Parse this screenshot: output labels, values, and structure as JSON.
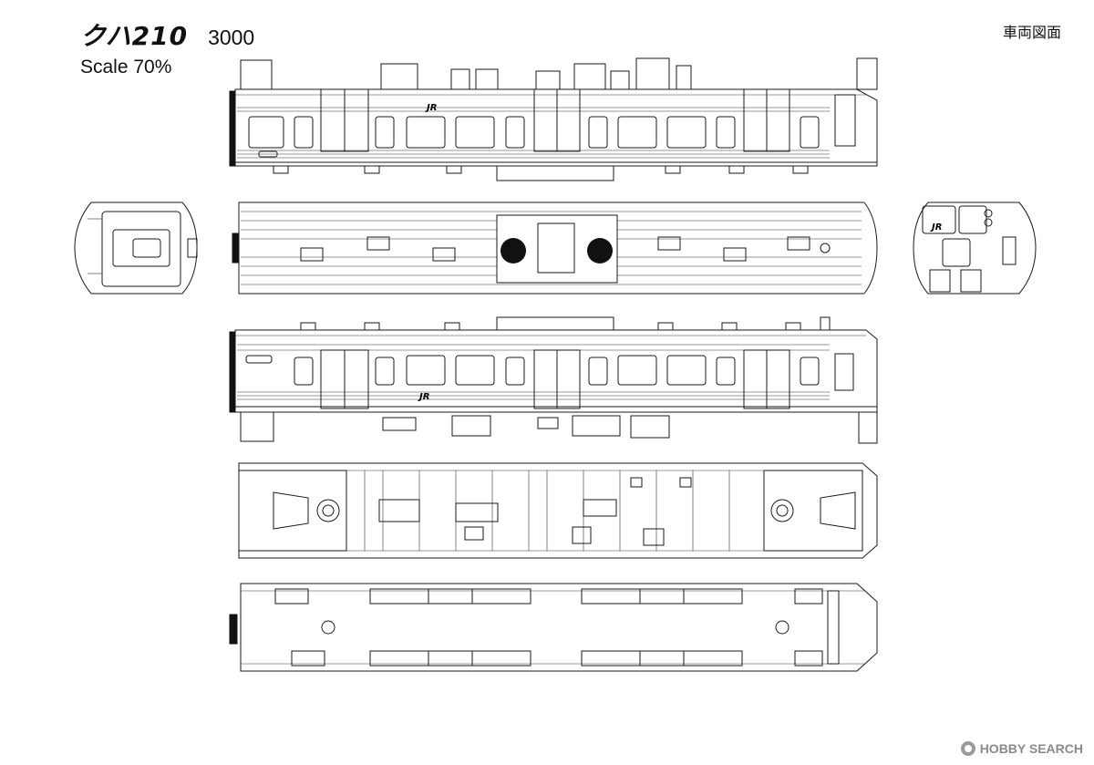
{
  "header": {
    "model_name": "クハ210",
    "series_number": "3000",
    "scale_label": "Scale 70%",
    "sheet_title": "車両図面"
  },
  "drawing": {
    "logo_text": "JR",
    "views": [
      "side-view-a",
      "roof-view",
      "side-view-b",
      "underfloor-view",
      "floor-plan-view",
      "end-view-a",
      "end-view-b"
    ]
  },
  "watermark": {
    "text": "HOBBY SEARCH"
  }
}
